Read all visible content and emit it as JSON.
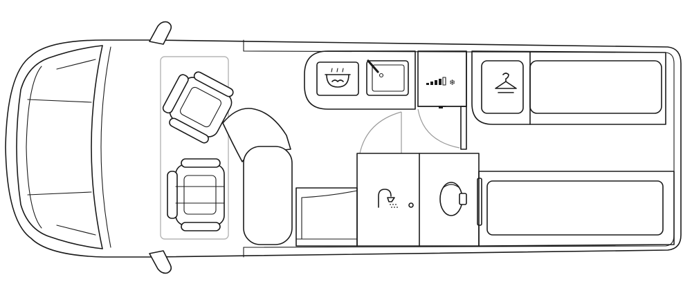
{
  "diagram": {
    "type": "vehicle-floor-plan",
    "view": "top-down",
    "colors": {
      "line": "#1a1a1a",
      "background": "#ffffff",
      "swing_arc": "#9a9a9a",
      "seating_zone_outline": "#b5b5b5"
    },
    "zones": [
      {
        "id": "cab",
        "items": [
          "driver-seat",
          "passenger-seat",
          "dashboard",
          "side-mirrors"
        ]
      },
      {
        "id": "dinette",
        "items": [
          "bench-seat",
          "table-panel",
          "swivel-seats-outline"
        ]
      },
      {
        "id": "kitchen",
        "items": [
          "cooktop",
          "sink",
          "fridge"
        ]
      },
      {
        "id": "bathroom",
        "items": [
          "shower",
          "toilet"
        ]
      },
      {
        "id": "wardrobe",
        "items": [
          "hanger-cabinet"
        ]
      },
      {
        "id": "rear-beds",
        "items": [
          "upper-single-bed",
          "lower-single-bed"
        ]
      }
    ],
    "icons": {
      "cooktop": "pot-with-steam-icon",
      "sink": "sink-with-faucet-icon",
      "fridge": "fridge-level-snowflake-icon",
      "shower": "shower-head-icon",
      "toilet": "toilet-bowl-icon",
      "wardrobe": "clothes-hanger-icon"
    },
    "fridge_symbol": "❄"
  }
}
